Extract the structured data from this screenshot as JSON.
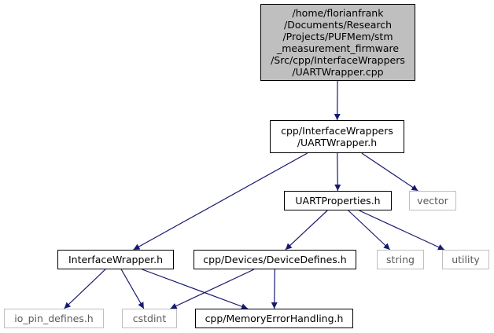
{
  "graph": {
    "colors": {
      "edge": "#191970",
      "root_fill": "#bfbfbf",
      "ext_border": "#bfbfbf"
    },
    "nodes": [
      {
        "id": "root",
        "kind": "root",
        "lines": [
          "/home/florianfrank",
          "/Documents/Research",
          "/Projects/PUFMem/stm",
          "_measurement_firmware",
          "/Src/cpp/InterfaceWrappers",
          "/UARTWrapper.cpp"
        ]
      },
      {
        "id": "uartwrapper_h",
        "kind": "file",
        "lines": [
          "cpp/InterfaceWrappers",
          "/UARTWrapper.h"
        ]
      },
      {
        "id": "uartproperties_h",
        "kind": "file",
        "lines": [
          "UARTProperties.h"
        ]
      },
      {
        "id": "vector",
        "kind": "ext",
        "lines": [
          "vector"
        ]
      },
      {
        "id": "interfacewrapper_h",
        "kind": "file",
        "lines": [
          "InterfaceWrapper.h"
        ]
      },
      {
        "id": "devicedefines_h",
        "kind": "file",
        "lines": [
          "cpp/Devices/DeviceDefines.h"
        ]
      },
      {
        "id": "string",
        "kind": "ext",
        "lines": [
          "string"
        ]
      },
      {
        "id": "utility",
        "kind": "ext",
        "lines": [
          "utility"
        ]
      },
      {
        "id": "io_pin_defines_h",
        "kind": "ext",
        "lines": [
          "io_pin_defines.h"
        ]
      },
      {
        "id": "cstdint",
        "kind": "ext",
        "lines": [
          "cstdint"
        ]
      },
      {
        "id": "memoryerrorhandling_h",
        "kind": "file",
        "lines": [
          "cpp/MemoryErrorHandling.h"
        ]
      }
    ],
    "edges": [
      [
        "root",
        "uartwrapper_h"
      ],
      [
        "uartwrapper_h",
        "interfacewrapper_h"
      ],
      [
        "uartwrapper_h",
        "uartproperties_h"
      ],
      [
        "uartwrapper_h",
        "vector"
      ],
      [
        "uartproperties_h",
        "devicedefines_h"
      ],
      [
        "uartproperties_h",
        "string"
      ],
      [
        "uartproperties_h",
        "utility"
      ],
      [
        "interfacewrapper_h",
        "io_pin_defines_h"
      ],
      [
        "interfacewrapper_h",
        "cstdint"
      ],
      [
        "interfacewrapper_h",
        "memoryerrorhandling_h"
      ],
      [
        "devicedefines_h",
        "cstdint"
      ],
      [
        "devicedefines_h",
        "memoryerrorhandling_h"
      ]
    ]
  }
}
